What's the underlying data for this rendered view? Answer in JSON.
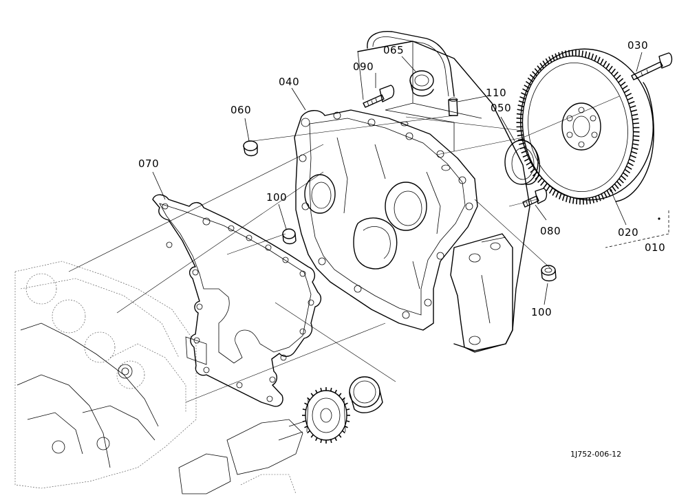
{
  "figure_code": "1J752-006-12",
  "callouts": [
    {
      "id": "c030",
      "text": "030"
    },
    {
      "id": "c065",
      "text": "065"
    },
    {
      "id": "c090",
      "text": "090"
    },
    {
      "id": "c110",
      "text": "110"
    },
    {
      "id": "c050",
      "text": "050"
    },
    {
      "id": "c040",
      "text": "040"
    },
    {
      "id": "c060",
      "text": "060"
    },
    {
      "id": "c070",
      "text": "070"
    },
    {
      "id": "c100a",
      "text": "100"
    },
    {
      "id": "c080",
      "text": "080"
    },
    {
      "id": "c020",
      "text": "020"
    },
    {
      "id": "c010",
      "text": "010"
    },
    {
      "id": "c100b",
      "text": "100"
    }
  ]
}
